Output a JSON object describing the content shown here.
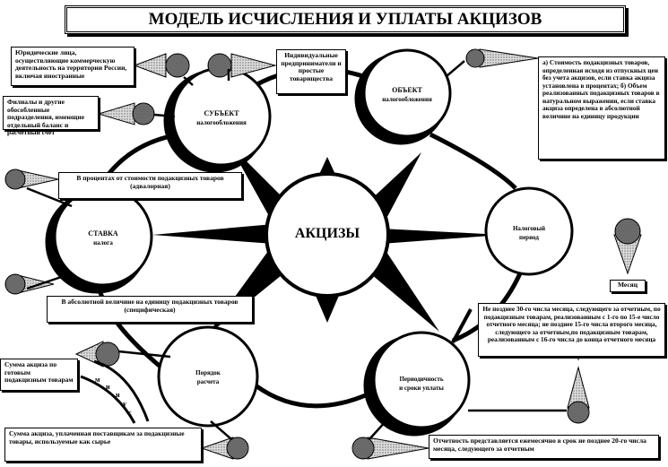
{
  "title": "МОДЕЛЬ ИСЧИСЛЕНИЯ И УПЛАТЫ АКЦИЗОВ",
  "center": "АКЦИЗЫ",
  "nodes": {
    "subject": {
      "title": "СУБЪЕКТ",
      "subtitle": "налогообложения"
    },
    "object": {
      "title": "ОБЪЕКТ",
      "subtitle": "налогообложения"
    },
    "period": {
      "title": "Налоговый",
      "subtitle": "период"
    },
    "payment": {
      "title": "Периодичность",
      "subtitle": "и сроки уплаты"
    },
    "calc": {
      "title": "Порядок",
      "subtitle": "расчета"
    },
    "rate": {
      "title": "СТАВКА",
      "subtitle": "налога"
    }
  },
  "boxes": {
    "legal": "Юридические лица, осуществляющие коммерческую деятельность на территории России, включая иностранные",
    "individual": "Индивидуальные предприниматели и простые товарищества",
    "branches": "Филиалы и другие обособленные подразделения, имеющие отдельный баланс и расчетный счет",
    "object_desc": "а) Стоимость подакцизных товаров, определенная исходя из отпускных цен без учета акцизов, если ставка акциза установлена в процентах; б) Объем реализованных подакцизных товаров в натуральном выражении, если ставка акциза определена в абсолютной величине на единицу продукции",
    "ad_valorem": "В процентах от стоимости подакцизных товаров (адвалорная)",
    "specific": "В абсолютной величине на единицу подакцизных товаров (специфическая)",
    "month": "Месяц",
    "deadlines": "Не позднее 30-го числа месяца, следующего за отчетным, по подакцизным товарам, реализованным с 1-го по 15-е число отчетного месяца; не позднее 15-го числа второго месяца, следующего за отчетным,по подакцизным товарам, реализованным с 16-го числа до конца отчетного месяца",
    "finished_goods": "Сумма акциза по готовым подакцизным товарам",
    "raw_materials": "Сумма акциза, уплаченная поставщикам за подакцизные товары, используемые как сырье",
    "reporting": "Отчетность представляется ежемесячно в срок не позднее 20-го числа месяца, следующего за отчетным"
  },
  "minus_letters": [
    "м",
    "и",
    "н",
    "у",
    "с"
  ]
}
